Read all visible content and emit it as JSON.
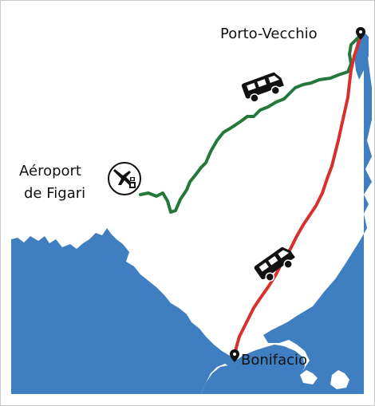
{
  "places": {
    "porto_vecchio": "Porto-Vecchio",
    "airport_line1": "Aéroport",
    "airport_line2": "de Figari",
    "bonifacio": "Bonifacio"
  },
  "routes": {
    "green_route_color": "#24793a",
    "red_route_color": "#d82f2f"
  },
  "colors": {
    "sea": "#3f7fc1",
    "land": "#ffffff",
    "frame": "#c9c9c9",
    "ink": "#111111"
  },
  "icons": {
    "airport": "airplane-control-tower-icon",
    "vehicle_green": "minibus-icon",
    "vehicle_red": "minibus-icon",
    "pin": "map-pin-icon"
  }
}
